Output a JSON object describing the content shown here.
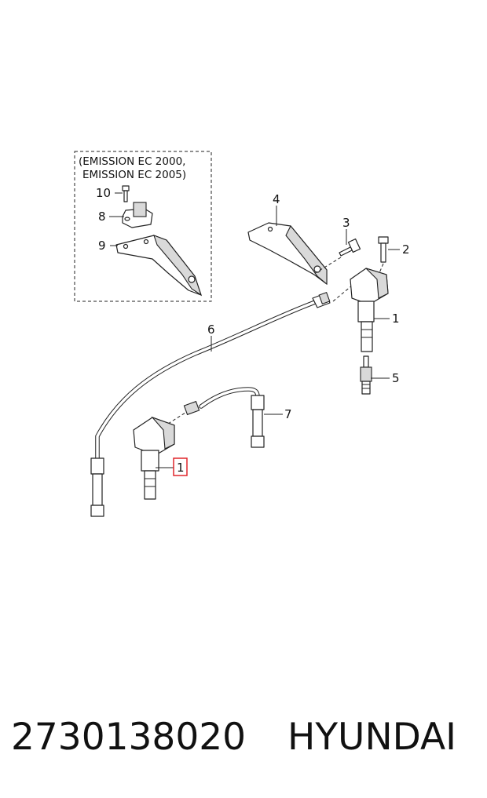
{
  "variant_note": {
    "line1": "(EMISSION EC 2000,",
    "line2": "EMISSION EC 2005)"
  },
  "callouts": {
    "c1_top": "1",
    "c1_selected": "1",
    "c2": "2",
    "c3": "3",
    "c4": "4",
    "c5": "5",
    "c6": "6",
    "c7": "7",
    "c8": "8",
    "c9": "9",
    "c10": "10"
  },
  "highlight_color": "#e0262c",
  "footer": {
    "part_number": "2730138020",
    "brand": "HYUNDAI"
  }
}
